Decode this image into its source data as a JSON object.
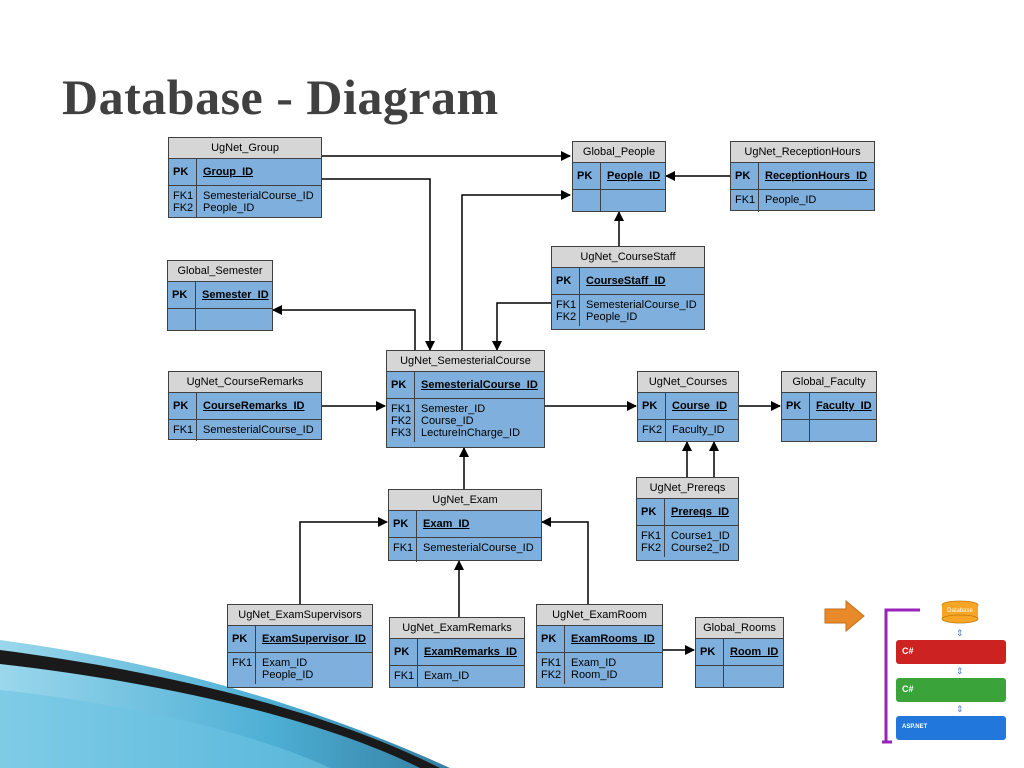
{
  "slide": {
    "title": "Database - Diagram"
  },
  "entities": {
    "group": {
      "name": "UgNet_Group",
      "pk": "Group_ID",
      "fk_keys": [
        "FK1",
        "FK2"
      ],
      "fk_fields": [
        "SemesterialCourse_ID",
        "People_ID"
      ]
    },
    "people": {
      "name": "Global_People",
      "pk": "People_ID"
    },
    "reception": {
      "name": "UgNet_ReceptionHours",
      "pk": "ReceptionHours_ID",
      "fk_keys": [
        "FK1"
      ],
      "fk_fields": [
        "People_ID"
      ]
    },
    "semester": {
      "name": "Global_Semester",
      "pk": "Semester_ID"
    },
    "staff": {
      "name": "UgNet_CourseStaff",
      "pk": "CourseStaff_ID",
      "fk_keys": [
        "FK1",
        "FK2"
      ],
      "fk_fields": [
        "SemesterialCourse_ID",
        "People_ID"
      ]
    },
    "semcourse": {
      "name": "UgNet_SemesterialCourse",
      "pk": "SemesterialCourse_ID",
      "fk_keys": [
        "FK1",
        "FK2",
        "FK3"
      ],
      "fk_fields": [
        "Semester_ID",
        "Course_ID",
        "LectureInCharge_ID"
      ]
    },
    "remarks": {
      "name": "UgNet_CourseRemarks",
      "pk": "CourseRemarks_ID",
      "fk_keys": [
        "FK1"
      ],
      "fk_fields": [
        "SemesterialCourse_ID"
      ]
    },
    "courses": {
      "name": "UgNet_Courses",
      "pk": "Course_ID",
      "fk_keys": [
        "FK2"
      ],
      "fk_fields": [
        "Faculty_ID"
      ]
    },
    "faculty": {
      "name": "Global_Faculty",
      "pk": "Faculty_ID"
    },
    "prereqs": {
      "name": "UgNet_Prereqs",
      "pk": "Prereqs_ID",
      "fk_keys": [
        "FK1",
        "FK2"
      ],
      "fk_fields": [
        "Course1_ID",
        "Course2_ID"
      ]
    },
    "exam": {
      "name": "UgNet_Exam",
      "pk": "Exam_ID",
      "fk_keys": [
        "FK1"
      ],
      "fk_fields": [
        "SemesterialCourse_ID"
      ]
    },
    "supervisors": {
      "name": "UgNet_ExamSupervisors",
      "pk": "ExamSupervisor_ID",
      "fk_keys": [
        "FK1"
      ],
      "fk_fields": [
        "Exam_ID",
        "People_ID"
      ]
    },
    "examremarks": {
      "name": "UgNet_ExamRemarks",
      "pk": "ExamRemarks_ID",
      "fk_keys": [
        "FK1"
      ],
      "fk_fields": [
        "Exam_ID"
      ]
    },
    "examroom": {
      "name": "UgNet_ExamRoom",
      "pk": "ExamRooms_ID",
      "fk_keys": [
        "FK1",
        "FK2"
      ],
      "fk_fields": [
        "Exam_ID",
        "Room_ID"
      ]
    },
    "rooms": {
      "name": "Global_Rooms",
      "pk": "Room_ID"
    }
  },
  "pk_label": "PK",
  "thumbnail": {
    "db_label": "Database",
    "layers": [
      {
        "label": "C#",
        "color": "#cc2222"
      },
      {
        "label": "C#",
        "color": "#3aa33a"
      },
      {
        "label": "ASP.NET",
        "color": "#2277dd"
      }
    ],
    "accent": "#9a22b8",
    "arrow_color": "#e8892a"
  }
}
